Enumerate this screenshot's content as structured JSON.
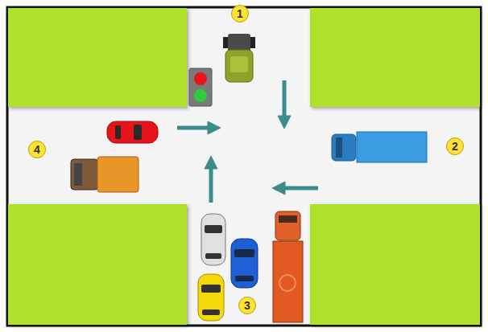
{
  "diagram": {
    "nodes": [
      {
        "text": [
          "1"
        ]
      },
      {
        "text": [
          "4"
        ]
      },
      {
        "text": [
          "2"
        ]
      },
      {
        "text": [
          "3"
        ]
      }
    ]
  }
}
